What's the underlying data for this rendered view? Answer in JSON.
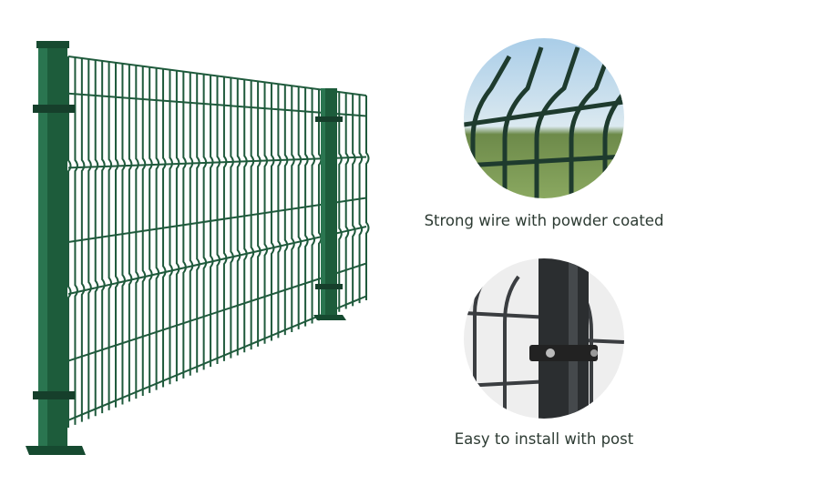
{
  "features": [
    {
      "caption": "Strong wire with powder coated",
      "icon": "wire-closeup-image"
    },
    {
      "caption": "Easy to install with post",
      "icon": "post-clamp-closeup-image"
    }
  ],
  "colors": {
    "fence": "#1f5a3c",
    "caption": "#2d3b33",
    "post_dark": "#2b2e30"
  }
}
